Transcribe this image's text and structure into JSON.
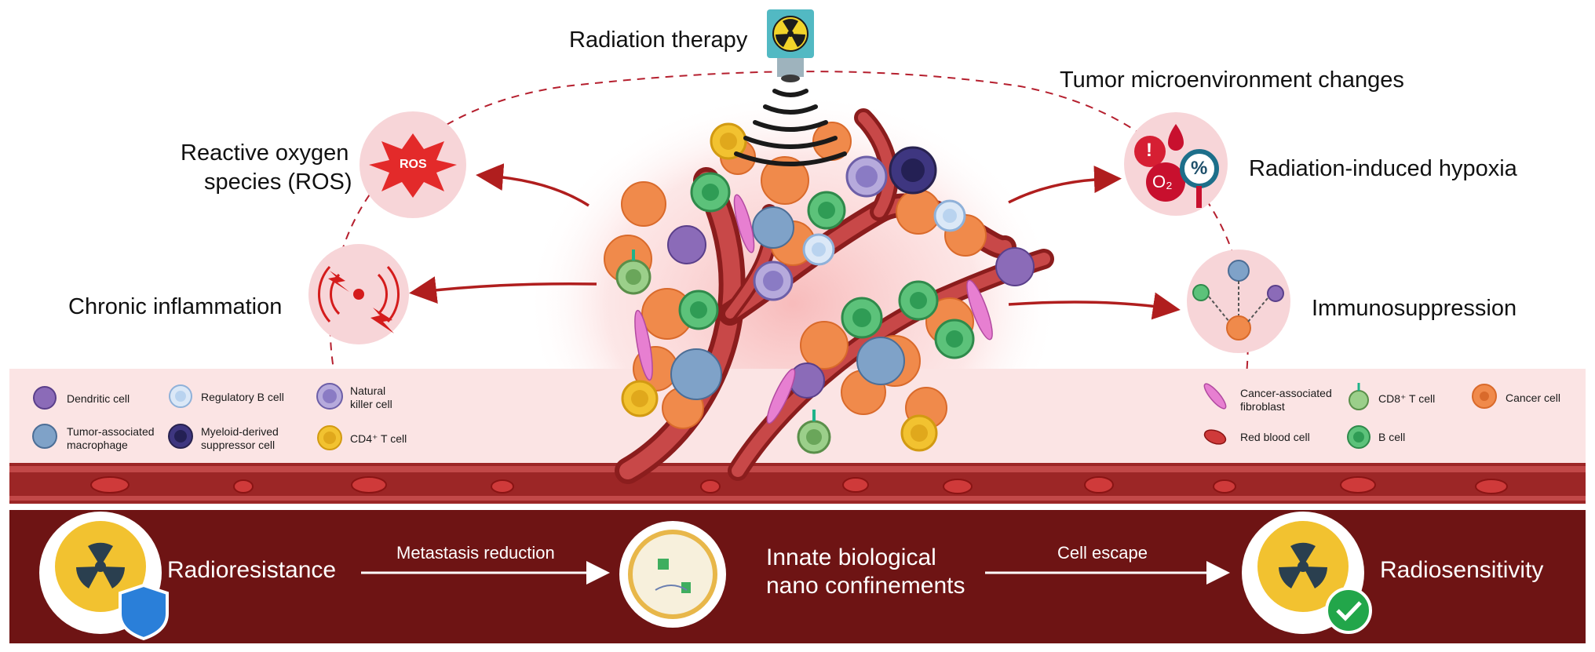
{
  "top": {
    "radiation_therapy": "Radiation therapy",
    "tme_changes": "Tumor microenvironment changes",
    "ros_line1": "Reactive oxygen",
    "ros_line2": "species (ROS)",
    "ros_badge": "ROS",
    "chronic_inflammation": "Chronic inflammation",
    "hypoxia": "Radiation-induced hypoxia",
    "hypoxia_o2": "O₂",
    "hypoxia_percent": "%",
    "hypoxia_alert": "!",
    "immunosuppression": "Immunosuppression"
  },
  "legend_left": [
    {
      "label": "Dendritic cell"
    },
    {
      "label": "Regulatory B cell"
    },
    {
      "label_line1": "Natural",
      "label_line2": "killer cell"
    },
    {
      "label_line1": "Tumor-associated",
      "label_line2": "macrophage"
    },
    {
      "label_line1": "Myeloid-derived",
      "label_line2": "suppressor cell"
    },
    {
      "label": "CD4⁺ T cell"
    }
  ],
  "legend_right": [
    {
      "label_line1": "Cancer-associated",
      "label_line2": "fibroblast"
    },
    {
      "label": "CD8⁺ T cell"
    },
    {
      "label": "Cancer cell"
    },
    {
      "label": "Red blood cell"
    },
    {
      "label": "B cell"
    }
  ],
  "bottom": {
    "radioresistance": "Radioresistance",
    "metastasis_reduction": "Metastasis reduction",
    "innate_line1": "Innate biological",
    "innate_line2": "nano confinements",
    "cell_escape": "Cell escape",
    "radiosensitivity": "Radiosensitivity"
  },
  "colors": {
    "dark_red": "#6e1414",
    "vessel": "#a52a2a",
    "legend_bg": "#fbe4e4",
    "cancer": "#f08a4b",
    "b_cell": "#5cc27a",
    "cd4": "#f2c230",
    "nk": "#9a8ac9",
    "mdsc": "#3e3680",
    "breg": "#b9d3ef",
    "macrophage": "#7fa2c8",
    "dendritic": "#8b6bb8"
  }
}
